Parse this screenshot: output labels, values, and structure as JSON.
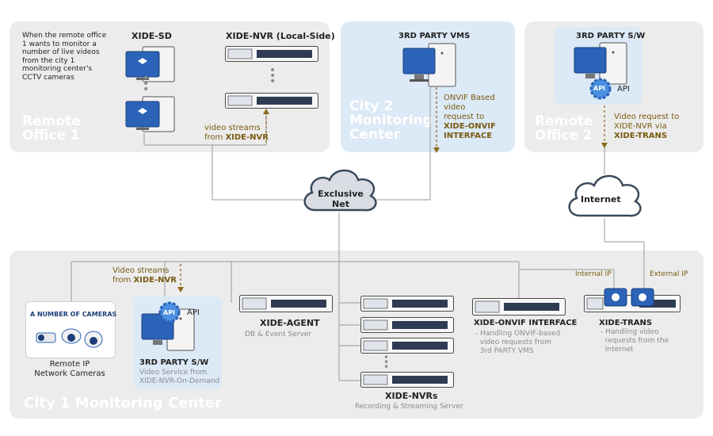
{
  "zones": {
    "remote_office_1": "Remote\nOffice 1",
    "city2": "City 2\nMonitoring\nCenter",
    "remote_office_2": "Remote\nOffice 2",
    "city1": "City 1 Monitoring Center"
  },
  "remote_office_1": {
    "note": "When the remote office 1 wants to monitor a number of live videos from the city 1 monitoring center's CCTV cameras",
    "xide_sd": "XIDE-SD",
    "xide_nvr_local": "XIDE-NVR (Local-Side)",
    "stream_line1": "video streams",
    "stream_line2_prefix": "from ",
    "stream_line2_bold": "XIDE-NVR"
  },
  "city2": {
    "vms_title": "3RD PARTY VMS",
    "onvif_line1": "ONVIF Based",
    "onvif_line2": "video",
    "onvif_line3": "request to",
    "onvif_line4": "XIDE-ONVIF",
    "onvif_line5": "INTERFACE"
  },
  "remote_office_2": {
    "sw_title": "3RD PARTY S/W",
    "api": "API",
    "api_badge": "API",
    "req_line1": "Video request to",
    "req_line2": "XIDE-NVR via",
    "req_line3": "XIDE-TRANS"
  },
  "clouds": {
    "exclusive_net": "Exclusive\nNet",
    "internet": "Internet"
  },
  "city1": {
    "cameras_box_title": "A NUMBER OF CAMERAS",
    "cameras_label": "Remote IP\nNetwork Cameras",
    "stream_line1": "Video streams",
    "stream_line2_prefix": "from ",
    "stream_line2_bold": "XIDE-NVR",
    "sw_api_badge": "API",
    "sw_api": "API",
    "sw_title": "3RD PARTY S/W",
    "sw_sub": "Video Service from\nXIDE-NVR-On-Demand",
    "agent_title": "XIDE-AGENT",
    "agent_sub": "DB & Event Server",
    "nvrs_title": "XIDE-NVRs",
    "nvrs_sub": "Recording & Streaming Server",
    "onvif_title": "XIDE-ONVIF INTERFACE",
    "onvif_sub": "- Handling ONVIF-based\n  video requests from\n  3rd PARTY VMS",
    "trans_title": "XIDE-TRANS",
    "trans_sub": "- Handling video\n  requests from the\n  Internet",
    "internal_ip": "Internal IP",
    "external_ip": "External IP"
  },
  "colors": {
    "zone_gray": "#ececec",
    "zone_blue": "#dce9f6",
    "label_gold": "#7a5a10",
    "line": "#9a9a9a",
    "cloud_fill": "#d9dde3",
    "cloud_stroke": "#3b4a5c",
    "monitor_blue": "#2a63b8"
  }
}
